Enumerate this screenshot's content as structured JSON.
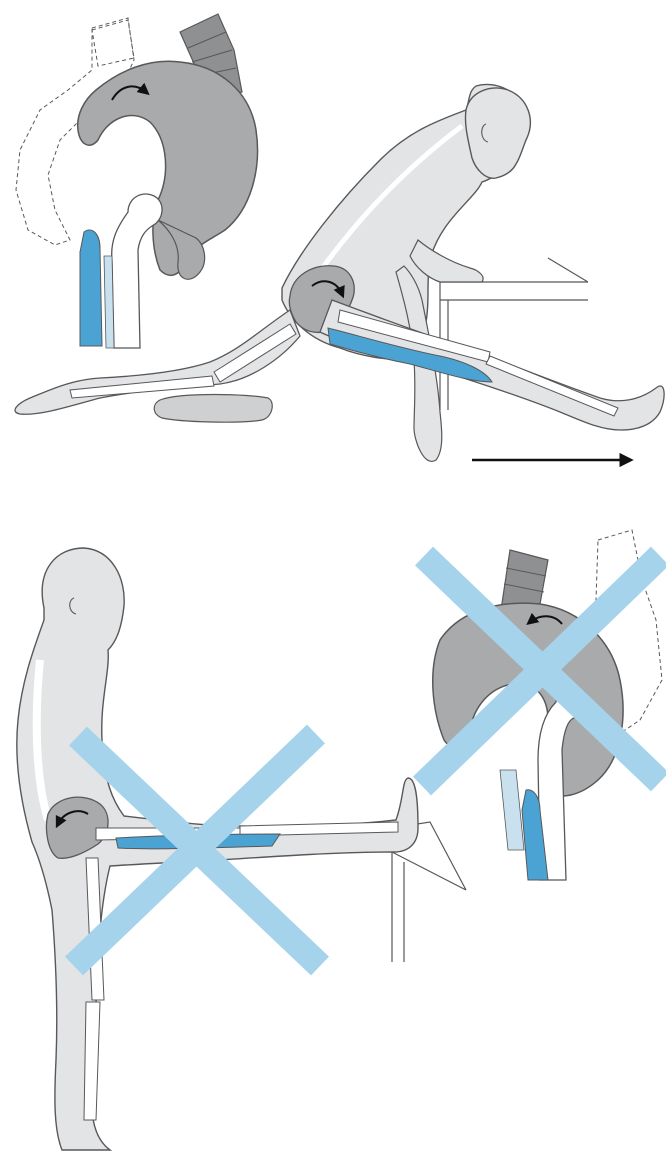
{
  "figure": {
    "panels": [
      {
        "id": "top",
        "verdict": "correct"
      },
      {
        "id": "bottom",
        "verdict": "incorrect"
      }
    ],
    "colors": {
      "skin": "#e3e4e5",
      "outline": "#58585a",
      "bone": "#ffffff",
      "pelvis": "#a9aaac",
      "muscle": "#4ba3d3",
      "muscle_light": "#c9e1ee",
      "cross": "#a4d3eb",
      "arrow": "#111111"
    },
    "icons": [
      "rotation-arrow-icon",
      "direction-arrow-icon",
      "cross-mark-icon"
    ]
  }
}
